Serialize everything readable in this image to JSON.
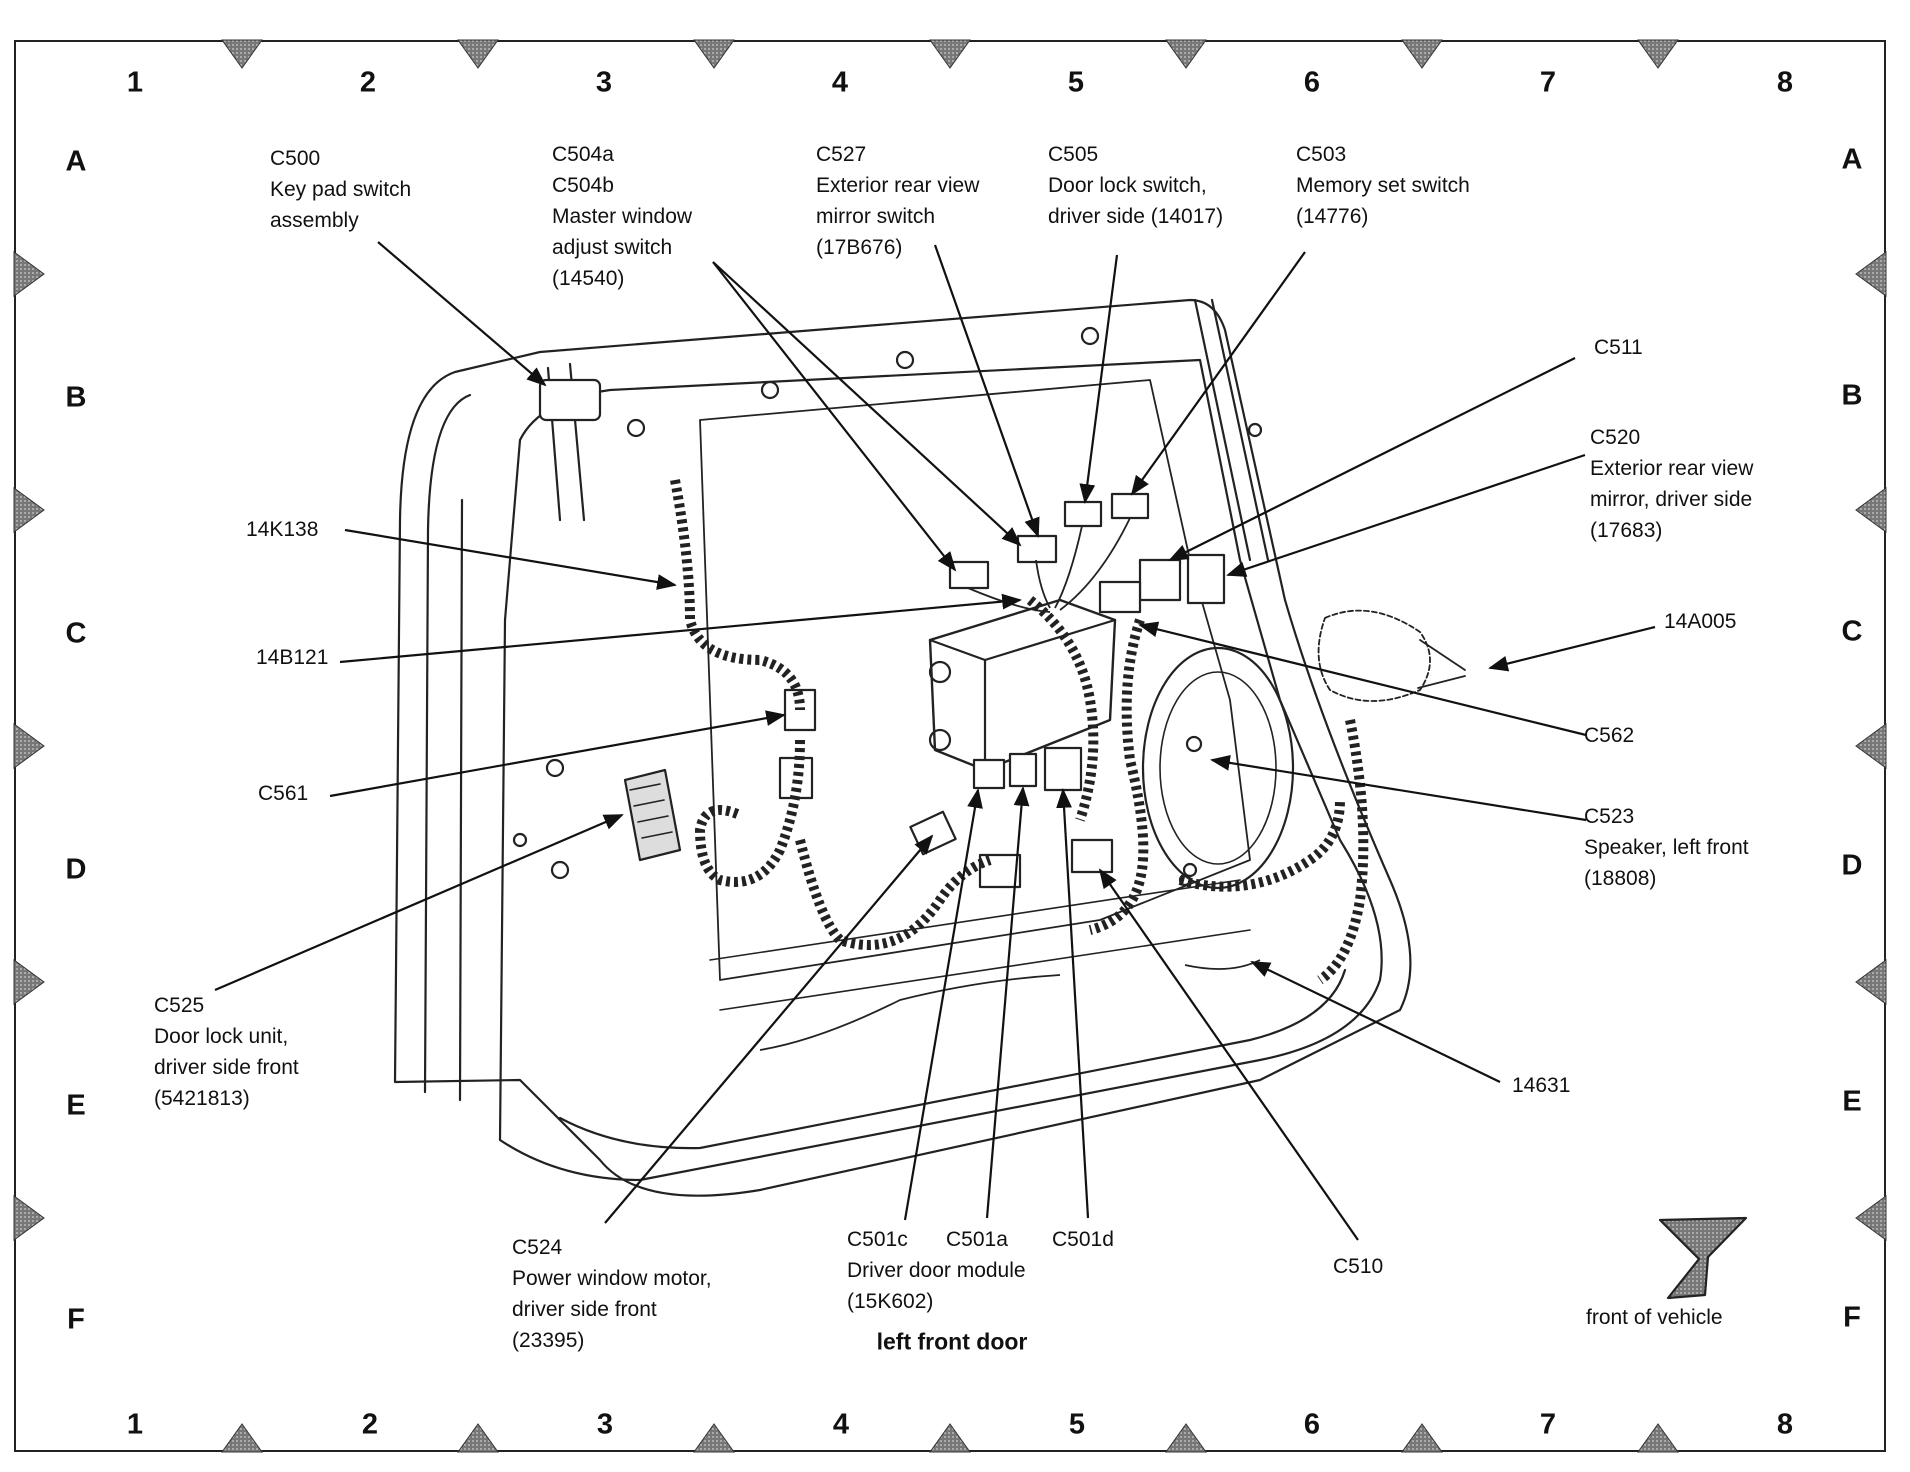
{
  "grid": {
    "columns": [
      "1",
      "2",
      "3",
      "4",
      "5",
      "6",
      "7",
      "8"
    ],
    "rows": [
      "A",
      "B",
      "C",
      "D",
      "E",
      "F"
    ]
  },
  "title": "left front door",
  "orientation": "front of vehicle",
  "callouts": [
    {
      "id": "c500",
      "lines": [
        "C500",
        "Key pad switch",
        "assembly"
      ]
    },
    {
      "id": "c504",
      "lines": [
        "C504a",
        "C504b",
        "Master window",
        "adjust switch",
        "(14540)"
      ]
    },
    {
      "id": "c527",
      "lines": [
        "C527",
        "Exterior rear view",
        "mirror switch",
        "(17B676)"
      ]
    },
    {
      "id": "c505",
      "lines": [
        "C505",
        "Door lock switch,",
        "driver side (14017)"
      ]
    },
    {
      "id": "c503",
      "lines": [
        "C503",
        "Memory set switch",
        "(14776)"
      ]
    },
    {
      "id": "c511",
      "lines": [
        "C511"
      ]
    },
    {
      "id": "c520",
      "lines": [
        "C520",
        "Exterior rear view",
        "mirror, driver side",
        "(17683)"
      ]
    },
    {
      "id": "14k138",
      "lines": [
        "14K138"
      ]
    },
    {
      "id": "14b121",
      "lines": [
        "14B121"
      ]
    },
    {
      "id": "14a005",
      "lines": [
        "14A005"
      ]
    },
    {
      "id": "c562",
      "lines": [
        "C562"
      ]
    },
    {
      "id": "c561",
      "lines": [
        "C561"
      ]
    },
    {
      "id": "c523",
      "lines": [
        "C523",
        "Speaker, left front",
        "(18808)"
      ]
    },
    {
      "id": "c525",
      "lines": [
        "C525",
        "Door lock unit,",
        "driver side front",
        "(5421813)"
      ]
    },
    {
      "id": "14631",
      "lines": [
        "14631"
      ]
    },
    {
      "id": "c524",
      "lines": [
        "C524",
        "Power window motor,",
        "driver side front",
        "(23395)"
      ]
    },
    {
      "id": "c501",
      "lines": [
        "C501c",
        "Driver door module",
        "(15K602)"
      ]
    },
    {
      "id": "c501a",
      "lines": [
        "C501a"
      ]
    },
    {
      "id": "c501d",
      "lines": [
        "C501d"
      ]
    },
    {
      "id": "c510",
      "lines": [
        "C510"
      ]
    }
  ]
}
